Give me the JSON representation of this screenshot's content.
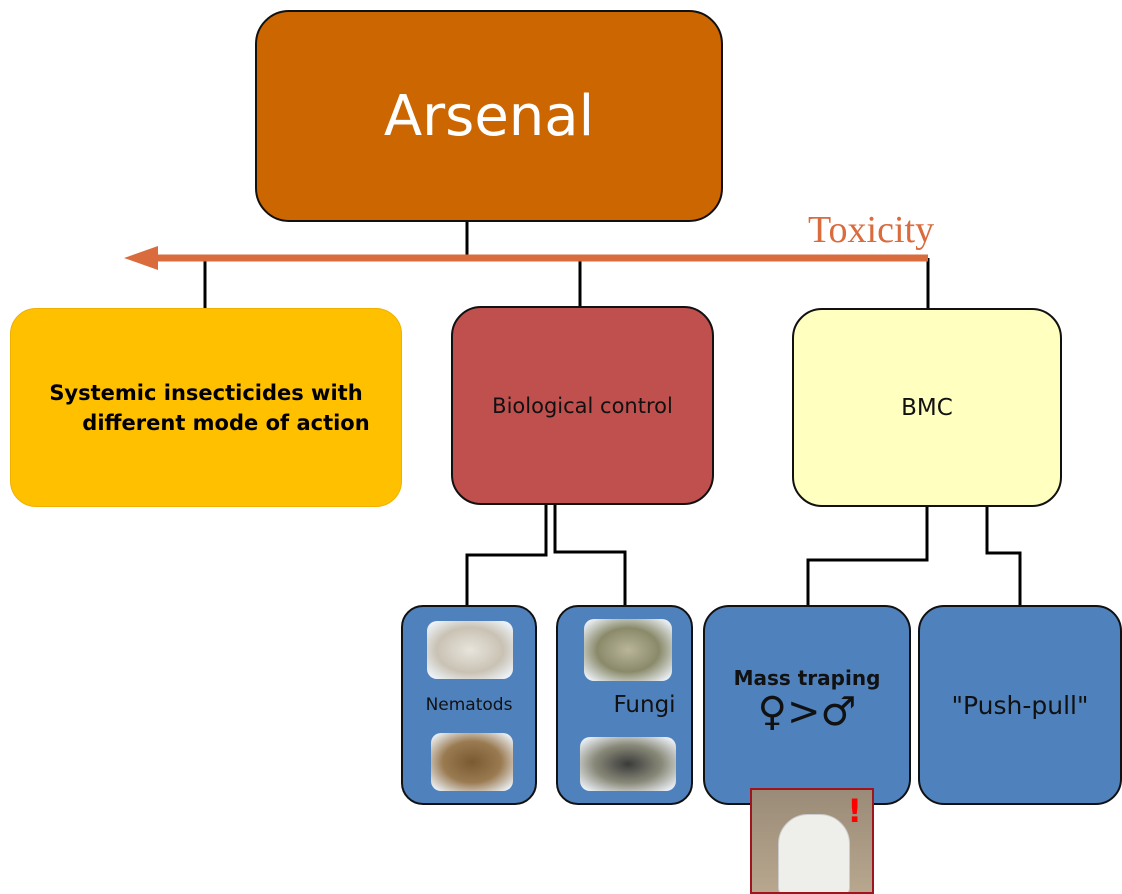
{
  "root": {
    "label": "Arsenal",
    "color": "#cc6600"
  },
  "axis": {
    "label": "Toxicity",
    "color": "#d96b3c"
  },
  "categories": {
    "systemic": {
      "label_line1": "Systemic insecticides with",
      "label_line2": "different mode of action",
      "color": "#ffc000"
    },
    "biological": {
      "label": "Biological control",
      "color": "#c0504d"
    },
    "bmc": {
      "label": "BMC",
      "color": "#ffffc0"
    }
  },
  "leaves": {
    "nematods": {
      "label": "Nematods"
    },
    "fungi": {
      "label": "Fungi"
    },
    "mass_trapping": {
      "label": "Mass traping",
      "symbol": "♀>♂"
    },
    "push_pull": {
      "label": "\"Push-pull\""
    },
    "color": "#4f81bd"
  },
  "icons": {
    "trap_photo": "trap-photo",
    "warning": "exclamation-icon"
  }
}
